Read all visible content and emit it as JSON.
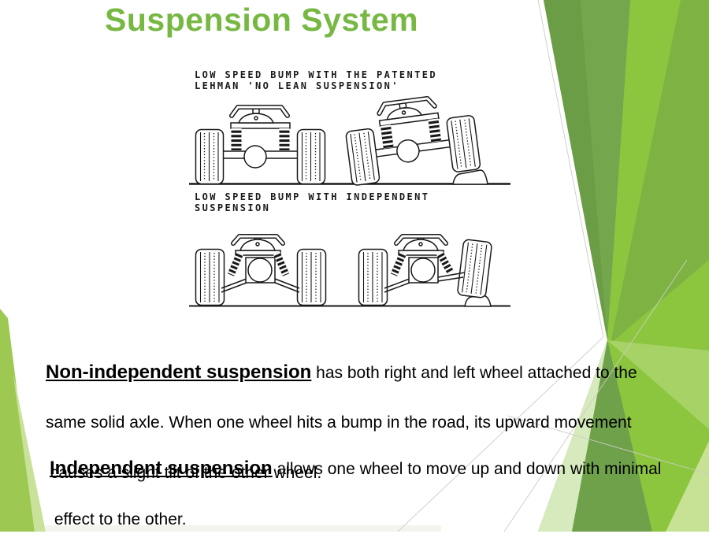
{
  "slide": {
    "title": "Suspension System",
    "diagram": {
      "caption_top_1": "LOW SPEED BUMP WITH THE PATENTED",
      "caption_top_2": "LEHMAN 'NO LEAN SUSPENSION'",
      "caption_bottom_1": "LOW SPEED BUMP WITH INDEPENDENT",
      "caption_bottom_2": "SUSPENSION"
    },
    "paragraph1": {
      "lead": "Non-independent suspension",
      "line1_rest": " has both right and left wheel attached to the",
      "line2": "same solid axle. When one wheel hits a bump in the road, its upward movement",
      "line3": " causes a slight tilt of the other wheel."
    },
    "paragraph2": {
      "lead": "Independent suspension",
      "line1_rest": " allows one wheel to move up and down with minimal",
      "line2": " effect to the other."
    },
    "colors": {
      "title_green": "#77b843",
      "facet_bright": "#8cc63e",
      "facet_dark_a": "#6b9d47",
      "facet_dark_b": "#74a64e",
      "facet_dark_bottom": "#6fa04a",
      "facet_muted_edge": "#7eb344",
      "facet_pale": "#d7eabe",
      "facet_pale_corner": "#c7e195",
      "facet_pale_mid": "#a6d266",
      "left_wedge": "#9dc851",
      "left_wedge_light": "#c9e299",
      "bottom_sliver": "#f2f4ee",
      "hairline": "#c9cdc4",
      "diagram_ink": "#181818"
    }
  }
}
